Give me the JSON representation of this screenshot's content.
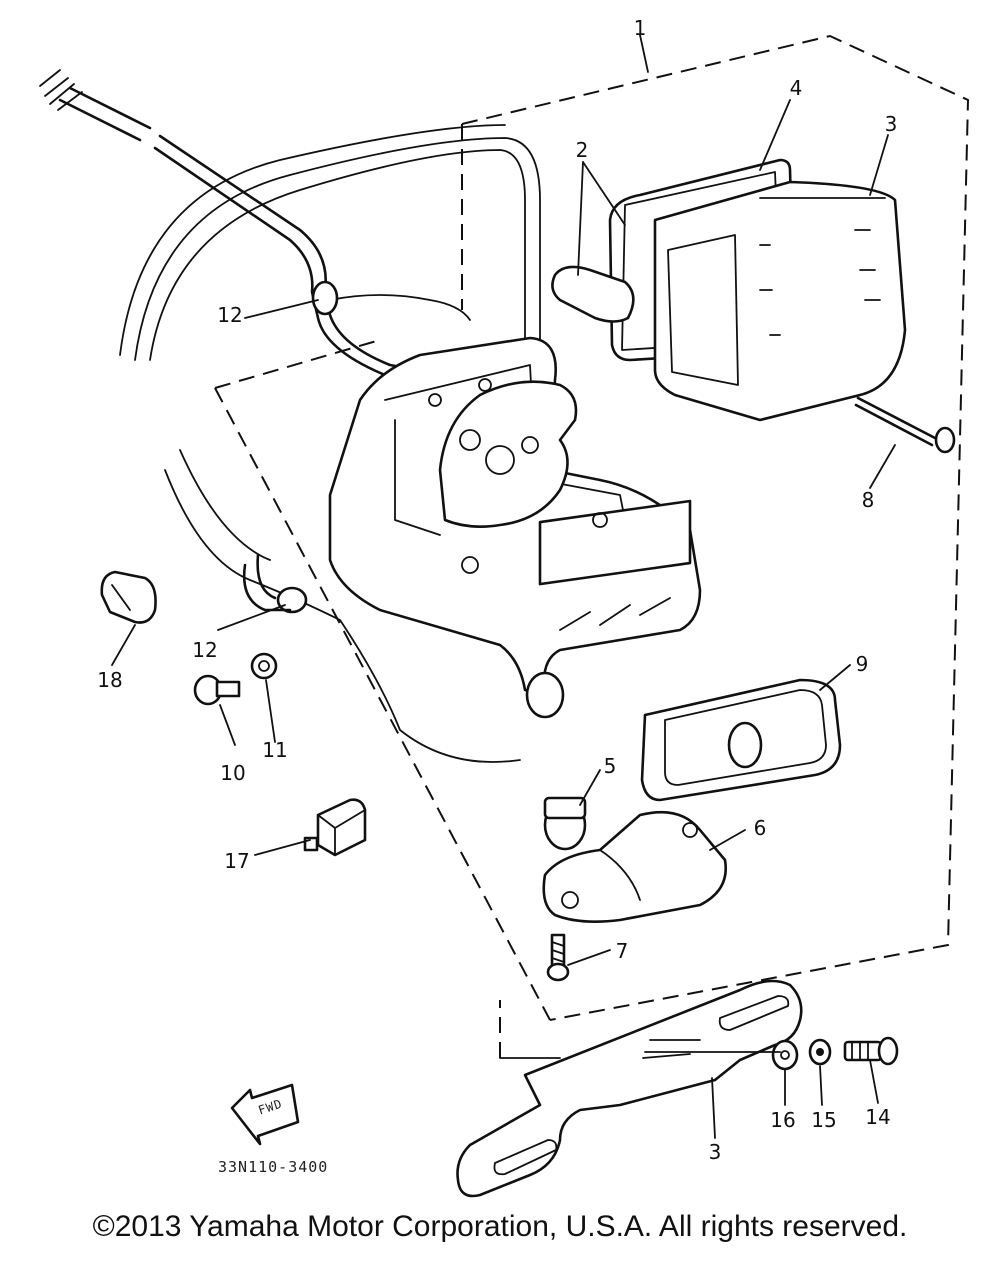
{
  "diagram": {
    "callouts": {
      "c1": "1",
      "c2": "2",
      "c3a": "3",
      "c4": "4",
      "c5": "5",
      "c6": "6",
      "c7": "7",
      "c8": "8",
      "c9": "9",
      "c10": "10",
      "c11": "11",
      "c12a": "12",
      "c12b": "12",
      "c3b": "3",
      "c14": "14",
      "c15": "15",
      "c16": "16",
      "c17": "17",
      "c18": "18"
    },
    "part_code": "33N110-3400",
    "fwd_label": "FWD"
  },
  "footer": {
    "copyright": "©2013 Yamaha Motor Corporation, U.S.A. All rights reserved."
  }
}
